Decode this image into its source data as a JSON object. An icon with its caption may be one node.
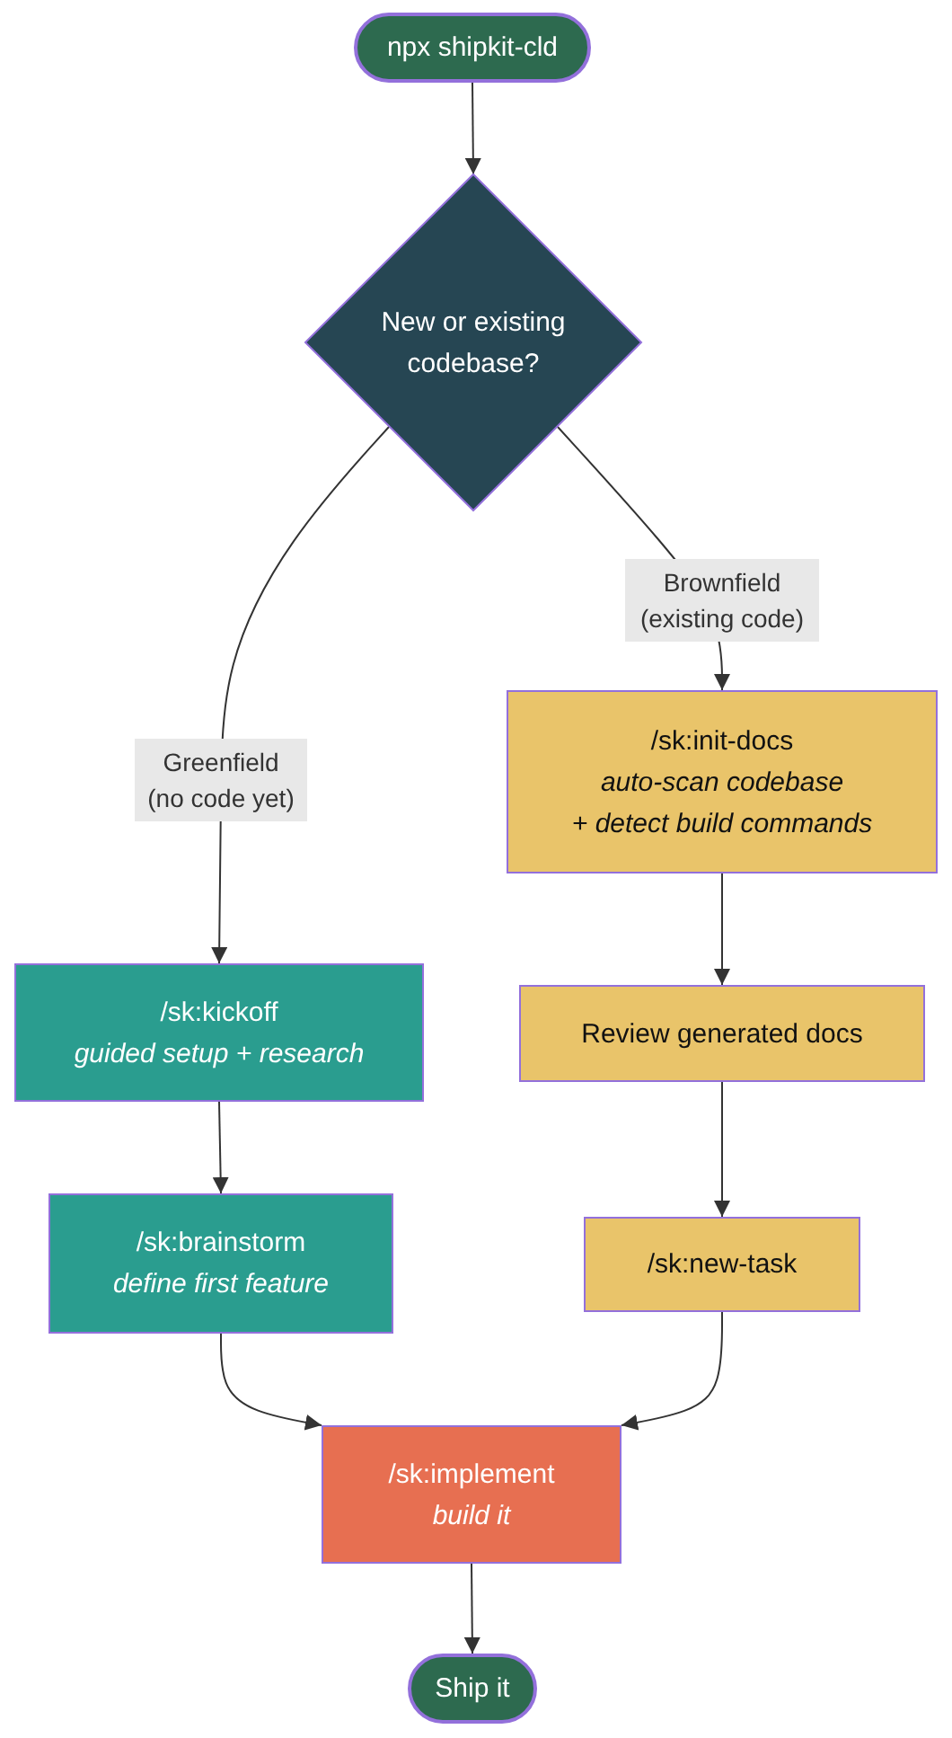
{
  "diagram": {
    "nodes": [
      {
        "text": [
          "npx shipkit-cld"
        ]
      },
      {
        "text": [
          "New or existing codebase?"
        ]
      },
      {
        "text": [
          "/sk:kickoff",
          "guided setup + research"
        ]
      },
      {
        "text": [
          "/sk:brainstorm",
          "define first feature"
        ]
      },
      {
        "text": [
          "/sk:init-docs",
          "auto-scan codebase + detect build commands"
        ]
      },
      {
        "text": [
          "Review generated docs"
        ]
      },
      {
        "text": [
          "/sk:new-task"
        ]
      },
      {
        "text": [
          "/sk:implement",
          "build it"
        ]
      },
      {
        "text": [
          "Ship it"
        ]
      }
    ],
    "edges": [
      {
        "from": 0,
        "to": 1,
        "arrow": "to"
      },
      {
        "from": 1,
        "to": 2,
        "arrow": "to",
        "label": "Greenfield (no code yet)"
      },
      {
        "from": 1,
        "to": 4,
        "arrow": "to",
        "label": "Brownfield (existing code)"
      },
      {
        "from": 2,
        "to": 3,
        "arrow": "to"
      },
      {
        "from": 3,
        "to": 7,
        "arrow": "to"
      },
      {
        "from": 4,
        "to": 5,
        "arrow": "to"
      },
      {
        "from": 5,
        "to": 6,
        "arrow": "to"
      },
      {
        "from": 6,
        "to": 7,
        "arrow": "to"
      },
      {
        "from": 7,
        "to": 8,
        "arrow": "to"
      }
    ]
  }
}
